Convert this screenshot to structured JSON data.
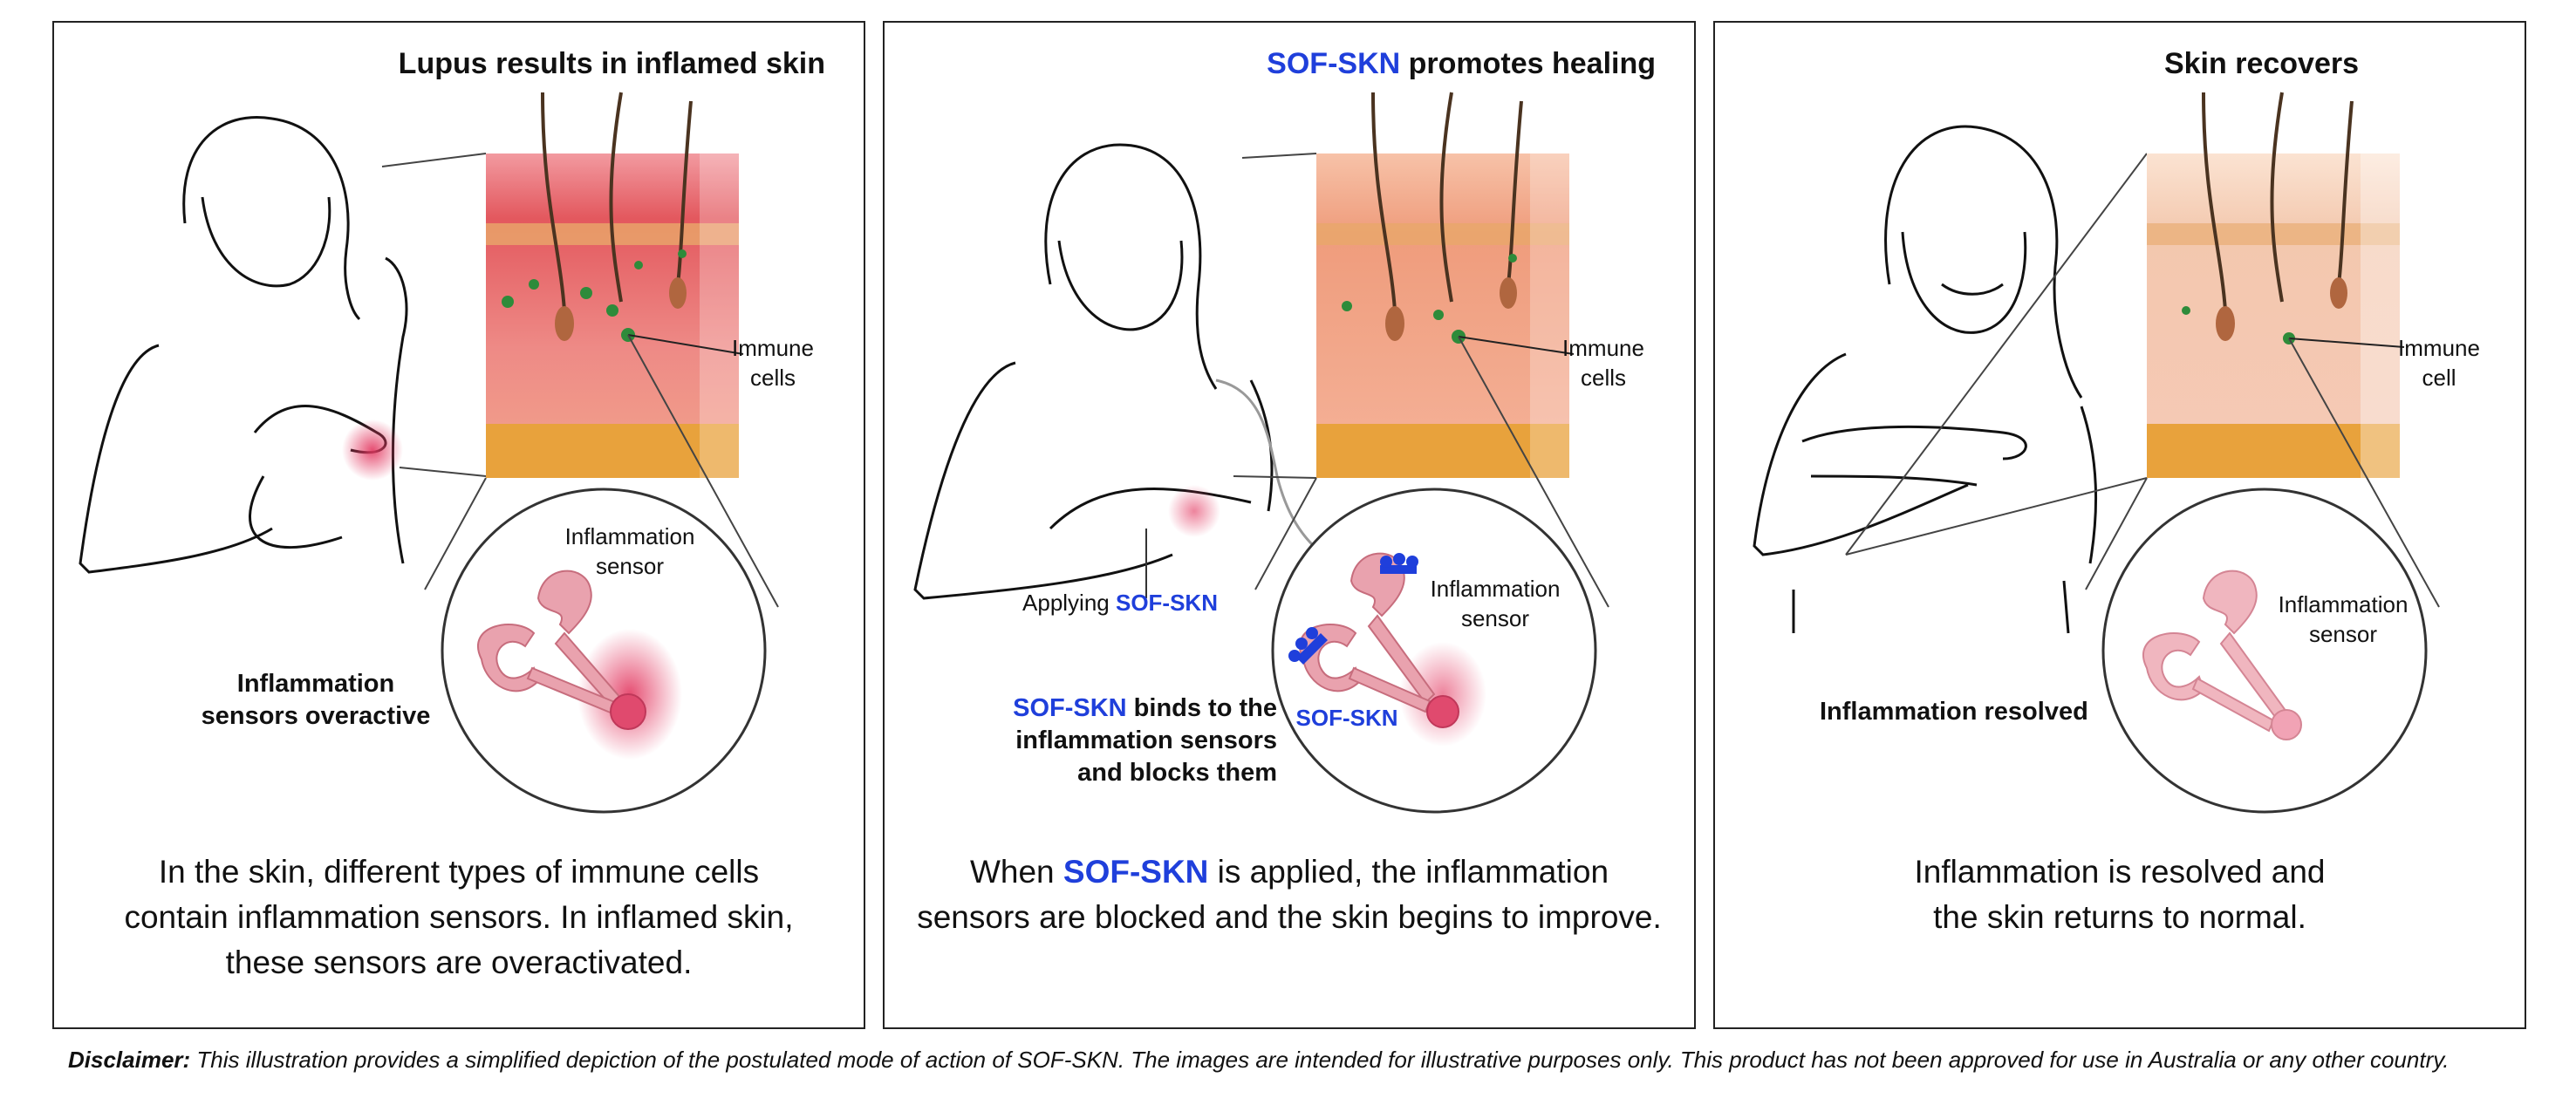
{
  "brand": "SOF-SKN",
  "colors": {
    "accent_blue": "#1f3fdb",
    "inflamed_red": "#e0464f",
    "skin": "#f4b79a",
    "fat": "#e8a23c",
    "immune_green": "#2e8b3a"
  },
  "panels": [
    {
      "title": "Lupus results in inflamed skin",
      "label_immune": [
        "Immune",
        "cells"
      ],
      "label_sensor": [
        "Inflammation",
        "sensor"
      ],
      "bold_label": [
        "Inflammation",
        "sensors overactive"
      ],
      "caption": [
        "In the skin, different types of immune cells",
        "contain inflammation sensors. In inflamed skin,",
        "these sensors are overactivated."
      ]
    },
    {
      "title_rest": "promotes healing",
      "label_immune": [
        "Immune",
        "cells"
      ],
      "label_sensor": [
        "Inflammation",
        "sensor"
      ],
      "applying": "Applying",
      "bold_rest": [
        "binds to the",
        "inflammation sensors",
        "and blocks them"
      ],
      "caption_line1_pre": "When",
      "caption_line1_post": "is applied, the inflammation",
      "caption_line2": "sensors are blocked and the skin begins to improve."
    },
    {
      "title": "Skin recovers",
      "label_immune": [
        "Immune",
        "cell"
      ],
      "label_sensor": [
        "Inflammation",
        "sensor"
      ],
      "bold_label": "Inflammation resolved",
      "caption": [
        "Inflammation is resolved and",
        "the skin returns to normal."
      ]
    }
  ],
  "disclaimer": {
    "label": "Disclaimer:",
    "text": "This illustration provides a simplified depiction of the postulated mode of action of SOF-SKN. The images are intended for illustrative purposes only. This product has not been approved for use in Australia or any other country."
  }
}
